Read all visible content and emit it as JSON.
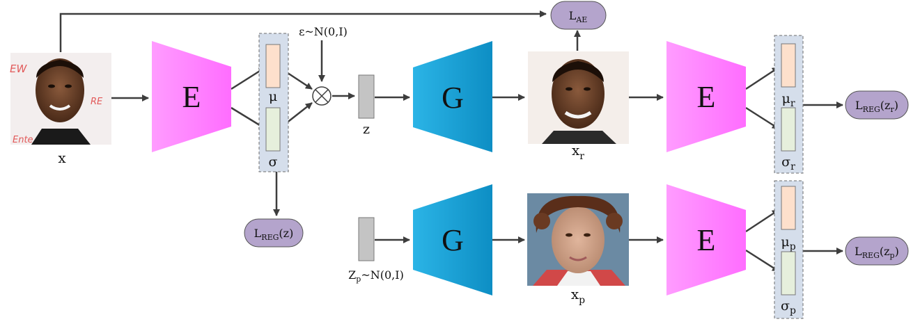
{
  "labels": {
    "x": "x",
    "xr": {
      "base": "x",
      "sub": "r"
    },
    "xp": {
      "base": "x",
      "sub": "p"
    },
    "z": "z",
    "mu": "μ",
    "sigma": "σ",
    "mu_r": {
      "base": "μ",
      "sub": "r"
    },
    "sigma_r": {
      "base": "σ",
      "sub": "r"
    },
    "mu_p": {
      "base": "μ",
      "sub": "p"
    },
    "sigma_p": {
      "base": "σ",
      "sub": "p"
    },
    "eps": "ε~N(0,I)",
    "zp": {
      "base": "Z",
      "sub": "p",
      "rest": "~N(0,I)"
    }
  },
  "blocks": {
    "encoder": "E",
    "generator": "G"
  },
  "losses": {
    "ae": {
      "base": "L",
      "sub": "AE"
    },
    "reg_z": {
      "base": "L",
      "sub": "REG",
      "rest": "(z)"
    },
    "reg_zr": {
      "base": "L",
      "sub": "REG",
      "rest": "(z",
      "sub2": "r",
      "close": ")"
    },
    "reg_zp": {
      "base": "L",
      "sub": "REG",
      "rest": "(z",
      "sub2": "p",
      "close": ")"
    }
  },
  "colors": {
    "encoder": "#ff80ff",
    "generator": "#1aa3d9",
    "loss_pill": "#b4a4cc",
    "mu_bar": "#fde0cc",
    "sigma_bar": "#e6efdc",
    "latent_panel": "#d5deeb",
    "z_bar": "#c4c4c4",
    "arrow": "#3d3d3d"
  },
  "images": [
    "input-face-photo",
    "reconstructed-face",
    "generated-face"
  ]
}
